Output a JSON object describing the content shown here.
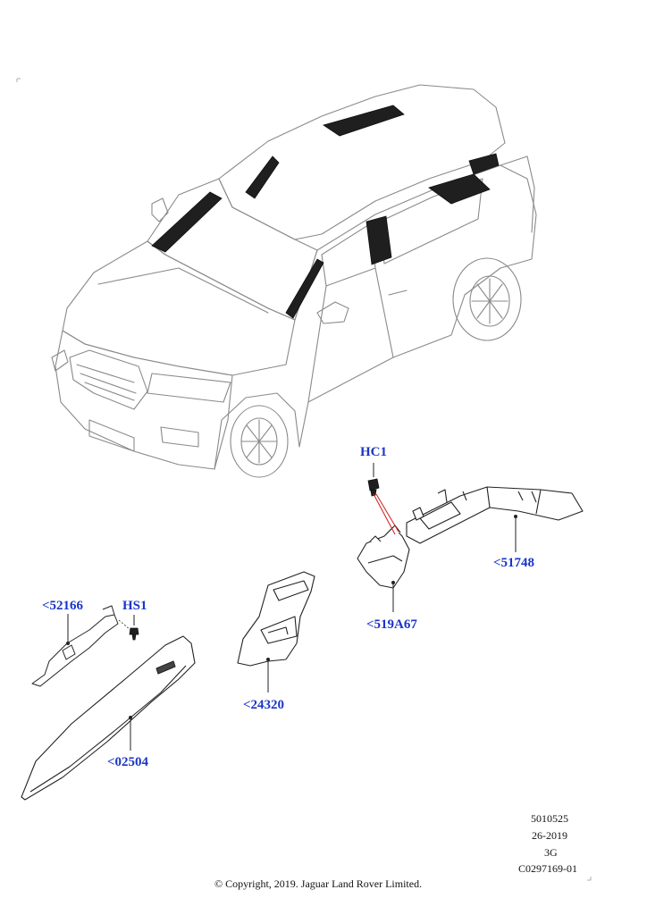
{
  "callouts": {
    "hc1": "HC1",
    "p51748": "<51748",
    "p519a67": "<519A67",
    "p52166": "<52166",
    "hs1": "HS1",
    "p24320": "<24320",
    "p02504": "<02504"
  },
  "info_block": {
    "line1": "5010525",
    "line2": "26-2019",
    "line3": "3G",
    "line4": "C0297169-01"
  },
  "copyright": "© Copyright, 2019. Jaguar Land Rover Limited.",
  "colors": {
    "callout_text": "#1a35c8",
    "leader_red": "#d11a1a",
    "line_art": "#222222",
    "car_outline": "#8a8a8a"
  }
}
